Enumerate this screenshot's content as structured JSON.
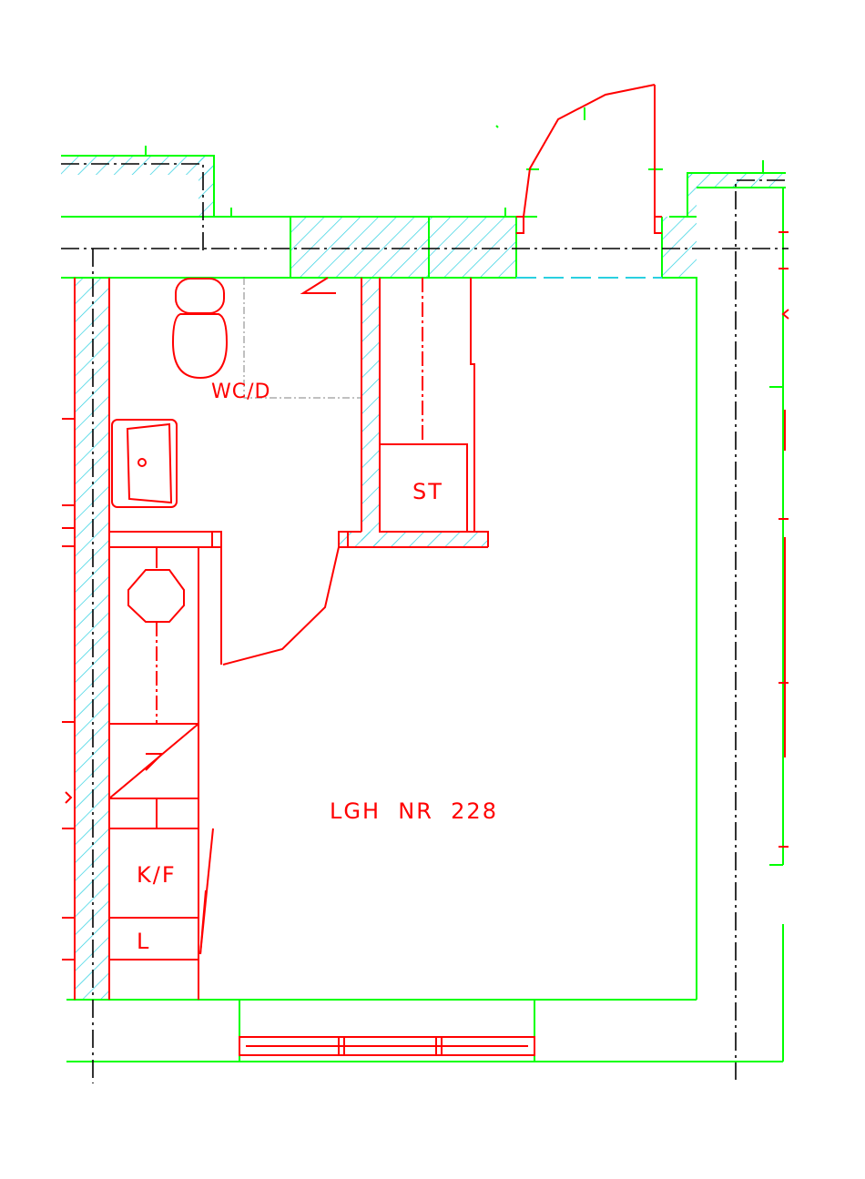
{
  "colors": {
    "background": "#ffffff",
    "wall_outline": "#00ff00",
    "fixtures": "#ff0000",
    "hatch": "#2ad0e0",
    "axis": "#000000",
    "hidden_line": "#808080"
  },
  "labels": {
    "wc_d": "WC/D",
    "st": "ST",
    "apartment": "LGH  NR  228",
    "kf": "K/F",
    "l": "L"
  }
}
